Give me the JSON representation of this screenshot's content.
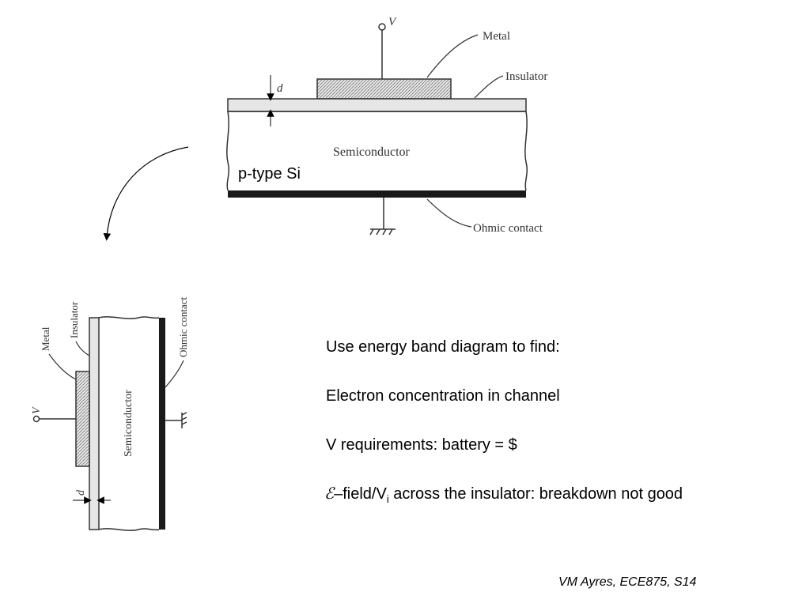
{
  "top_figure": {
    "voltage_label": "V",
    "metal_label": "Metal",
    "insulator_label": "Insulator",
    "thickness_label": "d",
    "semiconductor_label": "Semiconductor",
    "ptype_label": "p-type Si",
    "ohmic_label": "Ohmic contact"
  },
  "rotated_figure": {
    "metal_label": "Metal",
    "insulator_label": "Insulator",
    "ohmic_label": "Ohmic contact",
    "semiconductor_label": "Semiconductor",
    "voltage_label": "V",
    "thickness_label": "d"
  },
  "notes": {
    "line1": "Use energy band diagram to find:",
    "line2": "Electron concentration in channel",
    "line3": "V requirements: battery = $",
    "line4_symbol": "ℰ",
    "line4_a": "–field/V",
    "line4_sub": "i",
    "line4_b": " across the insulator: breakdown not good"
  },
  "credit": "VM Ayres, ECE875, S14"
}
